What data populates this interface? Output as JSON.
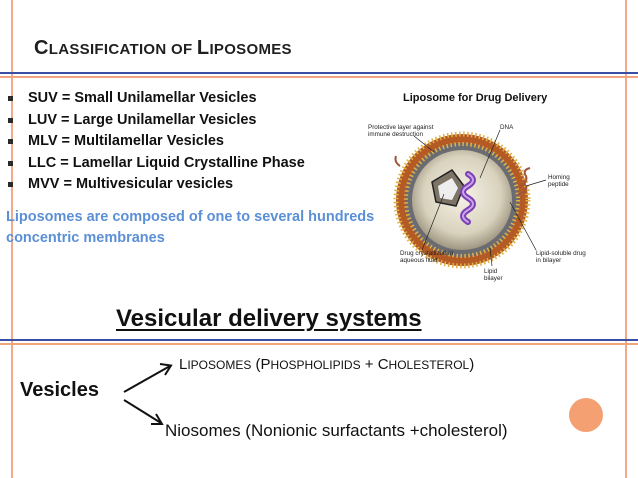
{
  "slide": {
    "title": {
      "c1": "C",
      "r1": "LASSIFICATION OF ",
      "c2": "L",
      "r2": "IPOSOMES"
    },
    "bullets": [
      "SUV = Small Unilamellar Vesicles",
      "LUV = Large Unilamellar Vesicles",
      "MLV = Multilamellar Vesicles",
      "LLC = Lamellar Liquid Crystalline Phase",
      "MVV = Multivesicular vesicles"
    ],
    "note": "Liposomes are composed of one to several hundreds concentric membranes",
    "figure": {
      "title": "Liposome for Drug Delivery",
      "labels": {
        "protective": "Protective layer against immune destruction",
        "dna": "DNA",
        "homing": "Homing peptide",
        "crystallized": "Drug crystallized in aqueous fluid",
        "lipid_soluble": "Lipid-soluble drug in bilayer",
        "bilayer": "Lipid bilayer"
      }
    },
    "section_heading": "Vesicular delivery systems",
    "vesicles_label": "Vesicles",
    "branch_liposomes": {
      "l": "L",
      "iposomes": "IPOSOMES",
      "open": " (",
      "p": "P",
      "hospholipids": "HOSPHOLIPIDS",
      "plus": " + ",
      "c": "C",
      "holesterol": "HOLESTEROL",
      "close": ")"
    },
    "branch_niosomes": "Niosomes (Nonionic surfactants +cholesterol)",
    "colors": {
      "accent_orange": "#f4a072",
      "line_blue": "#3b4ea6",
      "line_orange": "#f0a57c",
      "note_blue": "#5b8fd6"
    }
  }
}
